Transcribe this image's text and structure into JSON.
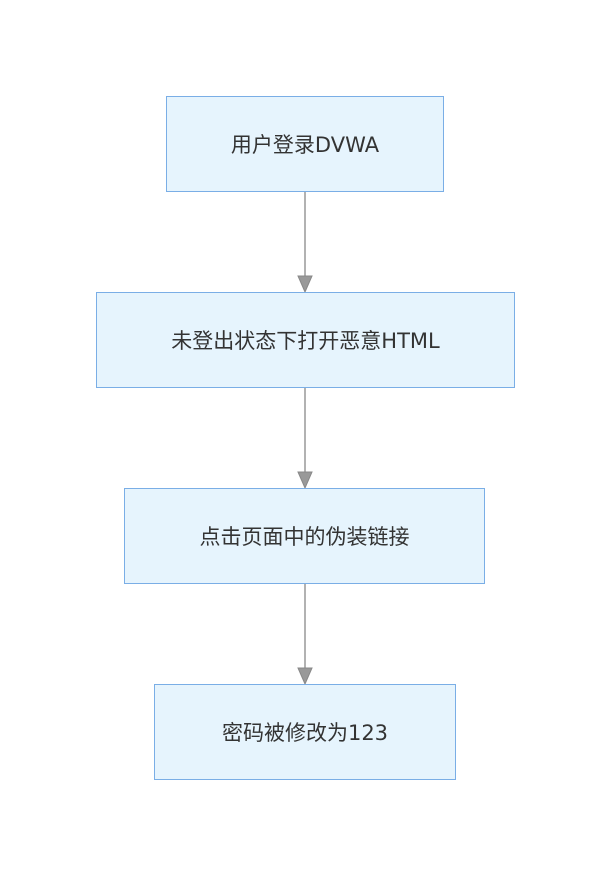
{
  "flowchart": {
    "nodes": [
      {
        "id": "n1",
        "label": "用户登录DVWA"
      },
      {
        "id": "n2",
        "label": "未登出状态下打开恶意HTML"
      },
      {
        "id": "n3",
        "label": "点击页面中的伪装链接"
      },
      {
        "id": "n4",
        "label": "密码被修改为123"
      }
    ],
    "edges": [
      {
        "from": "n1",
        "to": "n2"
      },
      {
        "from": "n2",
        "to": "n3"
      },
      {
        "from": "n3",
        "to": "n4"
      }
    ],
    "colors": {
      "node_fill": "#e6f4fd",
      "node_border": "#7aaee6",
      "edge": "#999999",
      "text": "#333333"
    }
  }
}
